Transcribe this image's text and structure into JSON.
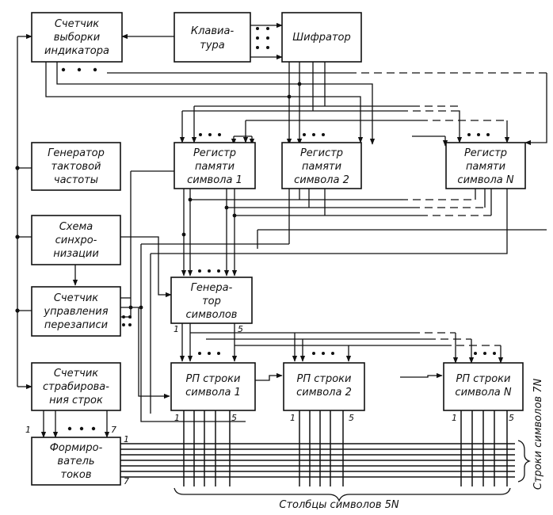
{
  "blocks": {
    "indicator_counter": [
      "Счетчик",
      "выборки",
      "индикатора"
    ],
    "keyboard": [
      "Клавиа-",
      "тура"
    ],
    "encoder": [
      "Шифратор"
    ],
    "clock_generator": [
      "Генератор",
      "тактовой",
      "частоты"
    ],
    "reg1": [
      "Регистр",
      "памяти",
      "символа 1"
    ],
    "reg2": [
      "Регистр",
      "памяти",
      "символа 2"
    ],
    "regN": [
      "Регистр",
      "памяти",
      "символа N"
    ],
    "sync": [
      "Схема",
      "синхро-",
      "низации"
    ],
    "char_generator": [
      "Генера-",
      "тор",
      "символов"
    ],
    "rewrite_counter": [
      "Счетчик",
      "управления",
      "перезаписи"
    ],
    "strobe_counter": [
      "Счетчик",
      "страбирова-",
      "ния строк"
    ],
    "rp1": [
      "РП строки",
      "символа 1"
    ],
    "rp2": [
      "РП строки",
      "символа 2"
    ],
    "rpN": [
      "РП строки",
      "символа N"
    ],
    "current_former": [
      "Формиро-",
      "ватель",
      "токов"
    ]
  },
  "pins": {
    "one": "1",
    "five": "5",
    "seven": "7"
  },
  "labels": {
    "columns": "Столбцы символов 5N",
    "rows": "Строки символов 7N"
  }
}
